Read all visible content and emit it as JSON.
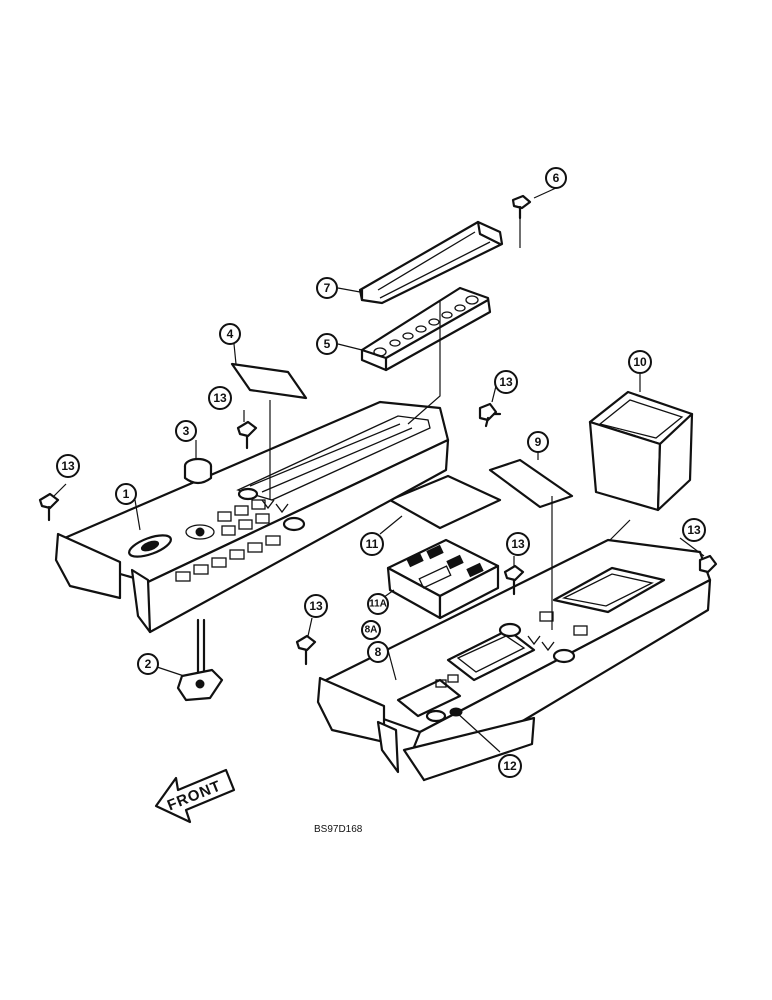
{
  "callouts": [
    {
      "id": "c1",
      "label": "1"
    },
    {
      "id": "c2",
      "label": "2"
    },
    {
      "id": "c3",
      "label": "3"
    },
    {
      "id": "c4",
      "label": "4"
    },
    {
      "id": "c5",
      "label": "5"
    },
    {
      "id": "c6",
      "label": "6"
    },
    {
      "id": "c7",
      "label": "7"
    },
    {
      "id": "c8",
      "label": "8"
    },
    {
      "id": "c8a",
      "label": "8A"
    },
    {
      "id": "c9",
      "label": "9"
    },
    {
      "id": "c10",
      "label": "10"
    },
    {
      "id": "c11",
      "label": "11"
    },
    {
      "id": "c11a",
      "label": "11A"
    },
    {
      "id": "c12",
      "label": "12"
    },
    {
      "id": "c13a",
      "label": "13"
    },
    {
      "id": "c13b",
      "label": "13"
    },
    {
      "id": "c13c",
      "label": "13"
    },
    {
      "id": "c13d",
      "label": "13"
    },
    {
      "id": "c13e",
      "label": "13"
    },
    {
      "id": "c13f",
      "label": "13"
    }
  ],
  "front_arrow": {
    "label": "FRONT"
  },
  "drawing_ref": "BS97D168"
}
